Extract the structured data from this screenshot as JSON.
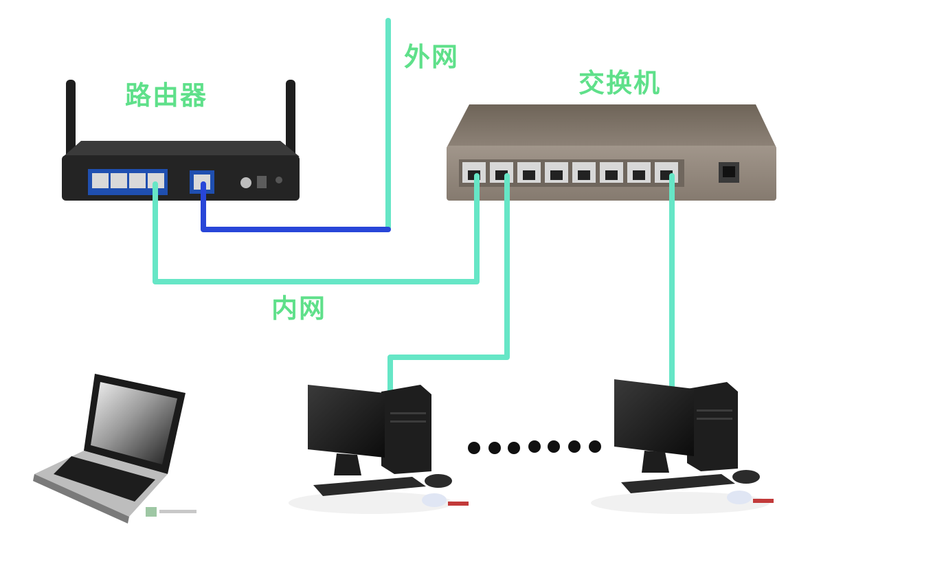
{
  "labels": {
    "router": "路由器",
    "wan": "外网",
    "switch": "交换机",
    "lan": "内网"
  },
  "colors": {
    "lan_cable": "#66e6c6",
    "wan_cable": "#2846d8",
    "label_text": "#5fe08a",
    "router_body": "#2a2a2a",
    "switch_body": "#8a7f74",
    "device_dark": "#1c1c1c"
  },
  "icons": [
    "router-icon",
    "switch-icon",
    "laptop-icon",
    "desktop-pc-icon",
    "ellipsis-icon"
  ]
}
